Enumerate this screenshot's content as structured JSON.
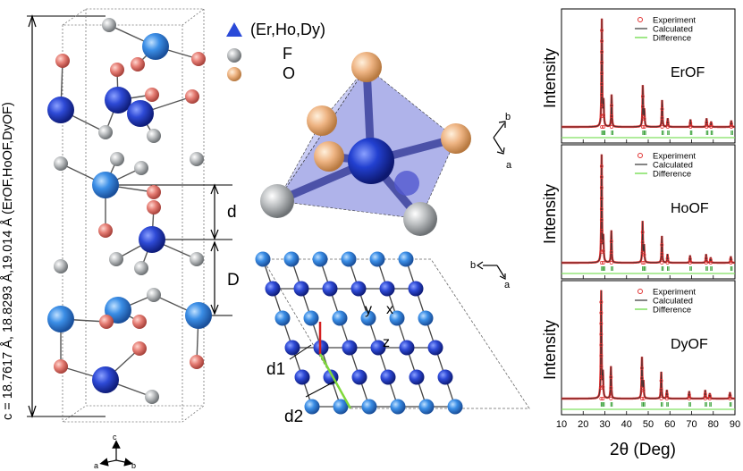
{
  "figure": {
    "crystal": {
      "c_axis_label": "c = 18.7617 Å, 18.8293 Å,19.014 Å (ErOF,HoOF,DyOF)",
      "d_label": "d",
      "D_label": "D",
      "axes": {
        "c": "c",
        "a": "a",
        "b": "b"
      }
    },
    "legend": {
      "items": [
        {
          "label": "(Er,Ho,Dy)",
          "symbol": "blue-tetra",
          "color": "#2a4ad8"
        },
        {
          "label": "F",
          "symbol": "gray-sphere",
          "color": "#a9acae"
        },
        {
          "label": "O",
          "symbol": "peach-sphere",
          "color": "#e9ad7e"
        }
      ]
    },
    "tetrahedron": {
      "axes": {
        "b": "b",
        "a": "a"
      }
    },
    "layer": {
      "labels": {
        "y": "y",
        "x": "x",
        "z": "z",
        "d1": "d1",
        "d2": "d2"
      },
      "axes": {
        "b": "b",
        "a": "a"
      }
    }
  },
  "chart_data": {
    "type": "line",
    "xlabel": "2θ (Deg)",
    "ylabel": "Intensity",
    "xlim": [
      10,
      90
    ],
    "x_ticks": [
      "10",
      "20",
      "30",
      "40",
      "50",
      "60",
      "70",
      "80",
      "90"
    ],
    "legend_entries": [
      "Experiment",
      "Calculated",
      "Difference"
    ],
    "colors": {
      "experiment": "#e03030",
      "calculated": "#333333",
      "difference": "#80e060",
      "bragg": "#2c9a2c"
    },
    "panels": [
      {
        "name": "ErOF",
        "peaks": [
          [
            28.6,
            1.0
          ],
          [
            29.4,
            0.22
          ],
          [
            33.1,
            0.3
          ],
          [
            47.5,
            0.38
          ],
          [
            48.2,
            0.15
          ],
          [
            56.4,
            0.25
          ],
          [
            59.0,
            0.08
          ],
          [
            69.5,
            0.07
          ],
          [
            76.9,
            0.08
          ],
          [
            79.0,
            0.05
          ],
          [
            88.3,
            0.06
          ]
        ]
      },
      {
        "name": "HoOF",
        "peaks": [
          [
            28.5,
            1.0
          ],
          [
            29.3,
            0.22
          ],
          [
            33.0,
            0.3
          ],
          [
            47.4,
            0.38
          ],
          [
            48.1,
            0.15
          ],
          [
            56.3,
            0.25
          ],
          [
            58.9,
            0.08
          ],
          [
            69.3,
            0.07
          ],
          [
            76.7,
            0.08
          ],
          [
            78.8,
            0.05
          ],
          [
            88.1,
            0.06
          ]
        ]
      },
      {
        "name": "DyOF",
        "peaks": [
          [
            28.3,
            1.0
          ],
          [
            29.1,
            0.22
          ],
          [
            32.8,
            0.3
          ],
          [
            47.1,
            0.38
          ],
          [
            47.8,
            0.15
          ],
          [
            56.0,
            0.25
          ],
          [
            58.6,
            0.08
          ],
          [
            68.9,
            0.07
          ],
          [
            76.3,
            0.08
          ],
          [
            78.4,
            0.05
          ],
          [
            87.7,
            0.06
          ]
        ]
      }
    ]
  }
}
